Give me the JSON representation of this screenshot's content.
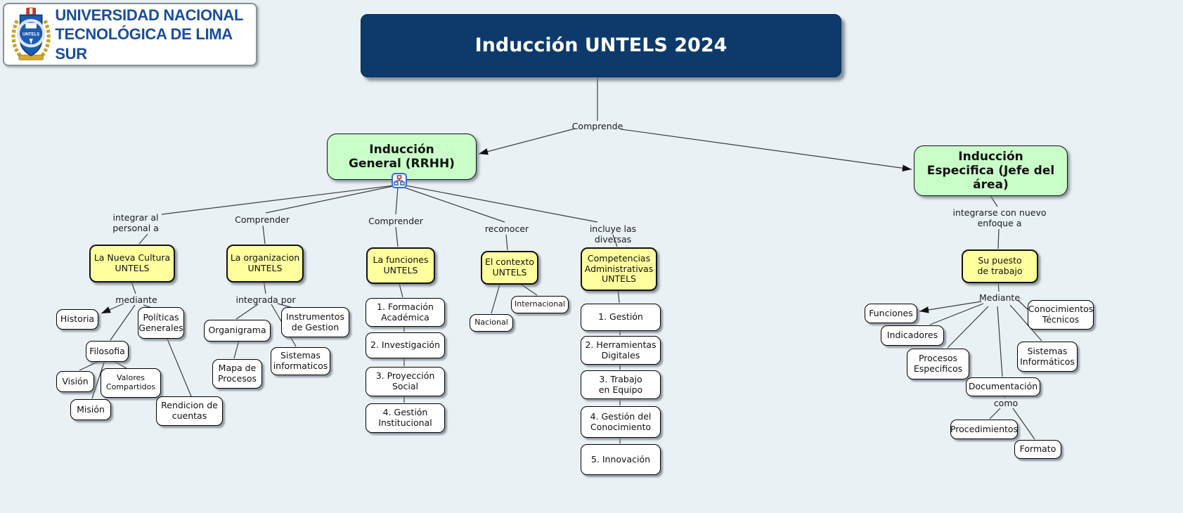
{
  "logo": {
    "line1": "UNIVERSIDAD NACIONAL",
    "line2": "TECNOLÓGICA DE LIMA SUR",
    "crest": "UNTELS"
  },
  "title": "Inducción UNTELS 2024",
  "branches": {
    "general": "Inducción\nGeneral (RRHH)",
    "especifica": "Inducción\nEspecifica (Jefe del\nárea)"
  },
  "links": {
    "comprende": "Comprende",
    "integrar_al": "integrar al\npersonal a",
    "comprender_1": "Comprender",
    "comprender_2": "Comprender",
    "reconocer": "reconocer",
    "incluye_las_diversas": "incluye las diversas",
    "integrarse": "integrarse con nuevo\nenfoque a",
    "mediante_izq": "mediante",
    "integrada_por": "integrada por",
    "mediante_der": "Mediante",
    "como": "como"
  },
  "topics": {
    "nueva_cultura": "La Nueva Cultura\nUNTELS",
    "organizacion": "La organizacion\nUNTELS",
    "funciones": "La funciones\nUNTELS",
    "contexto": "El contexto\nUNTELS",
    "competencias": "Competencias\nAdministrativas\nUNTELS",
    "su_puesto": "Su puesto\nde trabajo"
  },
  "cultura_leaves": {
    "historia": "Historia",
    "politicas": "Políticas\nGenerales",
    "filosofia": "Filosofia",
    "vision": "Visión",
    "valores": "Valores\nCompartidos",
    "mision": "Misión",
    "rendicion": "Rendicion de\ncuentas"
  },
  "organizacion_leaves": {
    "organigrama": "Organigrama",
    "instrumentos": "Instrumentos\nde Gestion",
    "mapa": "Mapa de\nProcesos",
    "sistemas": "Sistemas\ninformaticos"
  },
  "funciones_items": {
    "i1": "1. Formación\nAcadémica",
    "i2": "2. Investigación",
    "i3": "3. Proyección\nSocial",
    "i4": "4. Gestión\nInstitucional"
  },
  "contexto_leaves": {
    "nacional": "Nacional",
    "internacional": "Internacional"
  },
  "competencias_items": {
    "i1": "1. Gestión",
    "i2": "2. Herramientas\nDigitales",
    "i3": "3. Trabajo\nen Equipo",
    "i4": "4. Gestión del\nConocimiento",
    "i5": "5. Innovación"
  },
  "puesto_leaves": {
    "funciones": "Funciones",
    "indicadores": "Indicadores",
    "procesos": "Procesos\nEspecificos",
    "documentacion": "Documentación",
    "sistemas": "Sistemas\nInformáticos",
    "conocimientos": "Conocimientos\nTécnicos",
    "procedimientos": "Procedimientos",
    "formato": "Formato"
  },
  "colors": {
    "background": "#eaf1f4",
    "title_bg": "#0d3a6b",
    "branch_bg": "#c9fec9",
    "topic_bg": "#ffff9e",
    "node_bg": "#ffffff",
    "logo_text": "#1a4e9c",
    "line": "#3c3c3c"
  }
}
